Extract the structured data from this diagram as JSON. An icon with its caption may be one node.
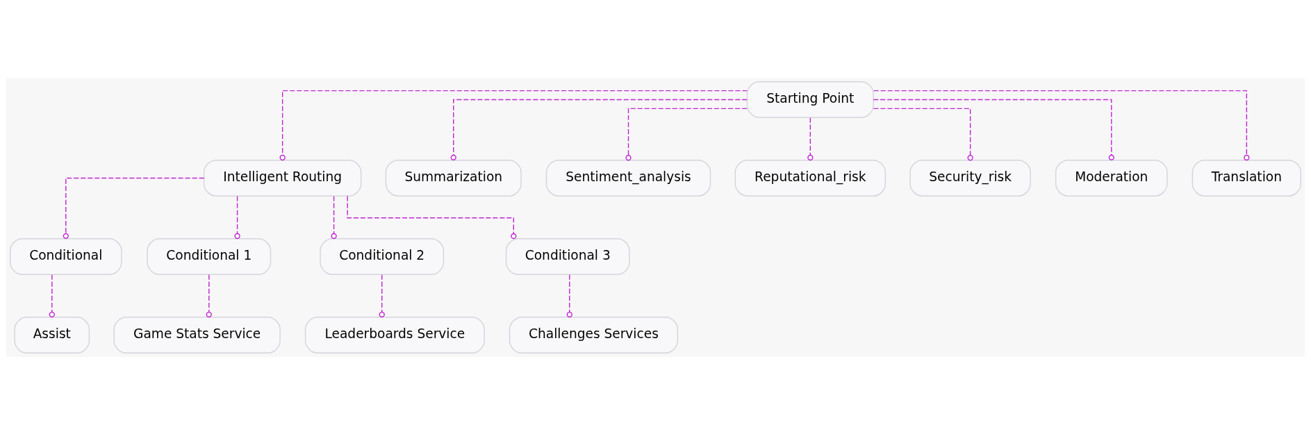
{
  "diagram": {
    "nodes": [
      {
        "text": [
          "Starting Point"
        ]
      },
      {
        "text": [
          "Intelligent Routing"
        ]
      },
      {
        "text": [
          "Summarization"
        ]
      },
      {
        "text": [
          "Sentiment_analysis"
        ]
      },
      {
        "text": [
          "Reputational_risk"
        ]
      },
      {
        "text": [
          "Security_risk"
        ]
      },
      {
        "text": [
          "Moderation"
        ]
      },
      {
        "text": [
          "Translation"
        ]
      },
      {
        "text": [
          "Conditional"
        ]
      },
      {
        "text": [
          "Conditional 1"
        ]
      },
      {
        "text": [
          "Conditional 2"
        ]
      },
      {
        "text": [
          "Conditional 3"
        ]
      },
      {
        "text": [
          "Assist"
        ]
      },
      {
        "text": [
          "Game Stats Service"
        ]
      },
      {
        "text": [
          "Leaderboards Service"
        ]
      },
      {
        "text": [
          "Challenges Services"
        ]
      }
    ],
    "edges": [
      {
        "from": 0,
        "to": 1,
        "arrow": "other",
        "style": "dashed"
      },
      {
        "from": 0,
        "to": 2,
        "arrow": "other",
        "style": "dashed"
      },
      {
        "from": 0,
        "to": 3,
        "arrow": "other",
        "style": "dashed"
      },
      {
        "from": 0,
        "to": 4,
        "arrow": "other",
        "style": "dashed"
      },
      {
        "from": 0,
        "to": 5,
        "arrow": "other",
        "style": "dashed"
      },
      {
        "from": 0,
        "to": 6,
        "arrow": "other",
        "style": "dashed"
      },
      {
        "from": 0,
        "to": 7,
        "arrow": "other",
        "style": "dashed"
      },
      {
        "from": 1,
        "to": 8,
        "arrow": "other",
        "style": "dashed"
      },
      {
        "from": 1,
        "to": 9,
        "arrow": "other",
        "style": "dashed"
      },
      {
        "from": 1,
        "to": 10,
        "arrow": "other",
        "style": "dashed"
      },
      {
        "from": 1,
        "to": 11,
        "arrow": "other",
        "style": "dashed"
      },
      {
        "from": 8,
        "to": 12,
        "arrow": "other",
        "style": "dashed"
      },
      {
        "from": 9,
        "to": 13,
        "arrow": "other",
        "style": "dashed"
      },
      {
        "from": 10,
        "to": 14,
        "arrow": "other",
        "style": "dashed"
      },
      {
        "from": 11,
        "to": 15,
        "arrow": "other",
        "style": "dashed"
      }
    ]
  }
}
